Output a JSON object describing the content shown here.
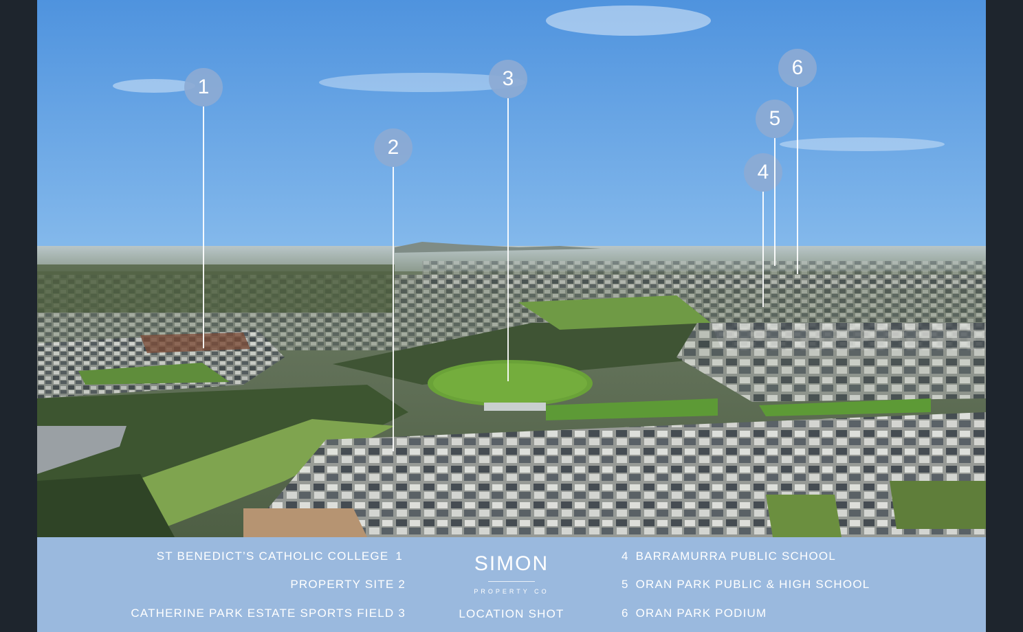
{
  "markers": [
    {
      "number": "1"
    },
    {
      "number": "2"
    },
    {
      "number": "3"
    },
    {
      "number": "4"
    },
    {
      "number": "5"
    },
    {
      "number": "6"
    }
  ],
  "legend": {
    "left": [
      {
        "label": "ST BENEDICT’S CATHOLIC COLLEGE",
        "number": "1"
      },
      {
        "label": "PROPERTY SITE",
        "number": "2"
      },
      {
        "label": "CATHERINE PARK ESTATE SPORTS FIELD",
        "number": "3"
      }
    ],
    "right": [
      {
        "label": "BARRAMURRA PUBLIC SCHOOL",
        "number": "4"
      },
      {
        "label": "ORAN PARK PUBLIC & HIGH SCHOOL",
        "number": "5"
      },
      {
        "label": "ORAN PARK PODIUM",
        "number": "6"
      }
    ]
  },
  "brand": {
    "name": "SIMON",
    "sub": "PROPERTY CO",
    "caption": "LOCATION SHOT"
  },
  "colors": {
    "footer": "#9ab9de",
    "marker": "#8caad4",
    "frame": "#1e252d"
  }
}
